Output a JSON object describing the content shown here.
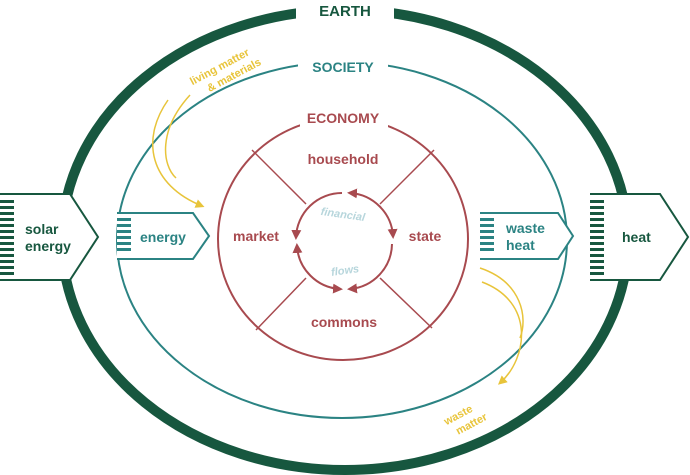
{
  "labels": {
    "earth": "EARTH",
    "society": "SOCIETY",
    "economy": "ECONOMY",
    "household": "household",
    "market": "market",
    "state": "state",
    "commons": "commons",
    "financial": "financial",
    "flows": "flows",
    "solar_line1": "solar",
    "solar_line2": "energy",
    "energy": "energy",
    "waste_heat_line1": "waste",
    "waste_heat_line2": "heat",
    "heat": "heat",
    "living_line1": "living matter",
    "living_line2": "& materials",
    "waste_matter_line1": "waste",
    "waste_matter_line2": "matter"
  },
  "colors": {
    "earth": "#17573f",
    "society": "#2b8383",
    "economy": "#a84a4f",
    "material_flow": "#e8c43a",
    "financial_flow": "#b7d6dc",
    "background": "#ffffff"
  }
}
